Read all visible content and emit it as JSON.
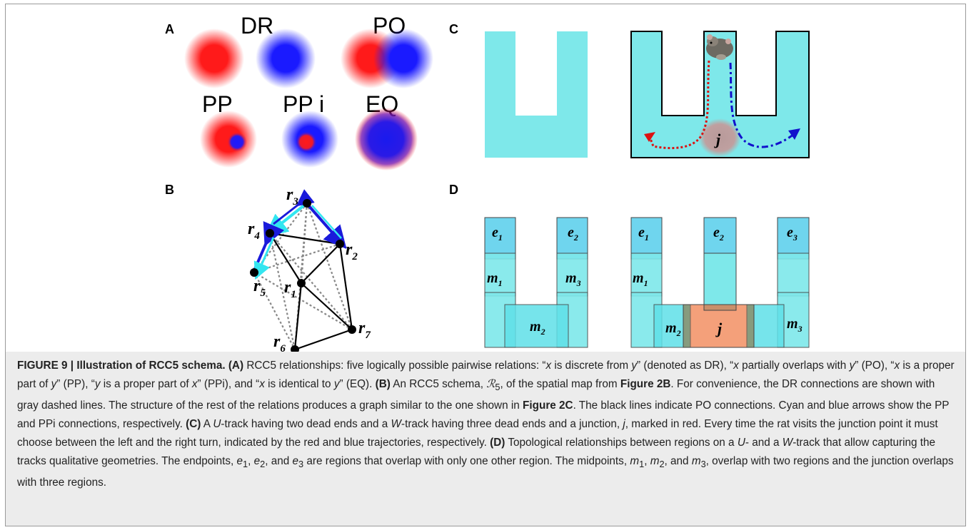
{
  "panels": {
    "A": {
      "label": "A",
      "relations": [
        "DR",
        "PO",
        "PP",
        "PP i",
        "EQ"
      ],
      "colors": {
        "red": "#ff1a1a",
        "blue": "#1a1aff"
      }
    },
    "B": {
      "label": "B",
      "nodes": [
        {
          "id": "r3",
          "base": "r",
          "sub": "3"
        },
        {
          "id": "r4",
          "base": "r",
          "sub": "4"
        },
        {
          "id": "r2",
          "base": "r",
          "sub": "2"
        },
        {
          "id": "r5",
          "base": "r",
          "sub": "5"
        },
        {
          "id": "r1",
          "base": "r",
          "sub": "1"
        },
        {
          "id": "r7",
          "base": "r",
          "sub": "7"
        },
        {
          "id": "r6",
          "base": "r",
          "sub": "6"
        }
      ],
      "colors": {
        "po": "#000000",
        "dr": "#888888",
        "pp": "#33e6f0",
        "ppi": "#1a1adb"
      }
    },
    "C": {
      "label": "C",
      "junction": {
        "base": "j"
      },
      "colors": {
        "track": "#7ee8ea",
        "left": "#dd1111",
        "right": "#1111cc"
      }
    },
    "D": {
      "label": "D",
      "u_track": [
        {
          "base": "e",
          "sub": "1"
        },
        {
          "base": "e",
          "sub": "2"
        },
        {
          "base": "m",
          "sub": "1"
        },
        {
          "base": "m",
          "sub": "3"
        },
        {
          "base": "m",
          "sub": "2"
        }
      ],
      "w_track": [
        {
          "base": "e",
          "sub": "1"
        },
        {
          "base": "e",
          "sub": "2"
        },
        {
          "base": "e",
          "sub": "3"
        },
        {
          "base": "m",
          "sub": "1"
        },
        {
          "base": "m",
          "sub": "2"
        },
        {
          "base": "j",
          "sub": ""
        },
        {
          "base": "m",
          "sub": "3"
        }
      ],
      "colors": {
        "region": "#7ee8ea",
        "end": "#6fd5ee",
        "junction": "#f4a07a"
      }
    }
  },
  "caption": {
    "figure_label": "FIGURE 9 | Illustration of RCC5 schema.",
    "A_ref": "(A)",
    "A_text_1": " RCC5 relationships: five logically possible pairwise relations: “",
    "A_x1": "x",
    "A_text_2": " is discrete from ",
    "A_y1": "y",
    "A_text_3": "” (denoted as DR), “",
    "A_x2": "x",
    "A_text_4": " partially overlaps with ",
    "A_y2": "y",
    "A_text_5": "” (PO), “",
    "A_x3": "x",
    "A_text_6": " is a proper part of ",
    "A_y3": "y",
    "A_text_7": "” (PP), “",
    "A_y4": "y",
    "A_text_8": " is a proper part of ",
    "A_x4": "x",
    "A_text_9": "” (PPi), and “",
    "A_x5": "x",
    "A_text_10": " is identical to ",
    "A_y5": "y",
    "A_text_11": "” (EQ). ",
    "B_ref": "(B)",
    "B_text_1": " An RCC5 schema, ",
    "B_symbol": "ℛ",
    "B_symbol_sub": "5",
    "B_text_2": ", of the spatial map from ",
    "B_fig_ref_1": "Figure 2B",
    "B_text_3": ". For convenience, the DR connections are shown with gray dashed lines. The structure of the rest of the relations produces a graph similar to the one shown in ",
    "B_fig_ref_2": "Figure 2C",
    "B_text_4": ". The black lines indicate PO connections. Cyan and blue arrows show the PP and PPi connections, respectively. ",
    "C_ref": "(C)",
    "C_text_1": " A ",
    "C_U": "U",
    "C_text_2": "-track having two dead ends and a ",
    "C_W": "W",
    "C_text_3": "-track having three dead ends and a junction, ",
    "C_j": "j",
    "C_text_4": ", marked in red. Every time the rat visits the junction point it must choose between the left and the right turn, indicated by the red and blue trajectories, respectively. ",
    "D_ref": "(D)",
    "D_text_1": " Topological relationships between regions on a ",
    "D_U": "U",
    "D_text_2": "- and a ",
    "D_W": "W",
    "D_text_3": "-track that allow capturing the tracks qualitative geometries. The endpoints, ",
    "D_e1": "e",
    "D_e1s": "1",
    "D_sep1": ", ",
    "D_e2": "e",
    "D_e2s": "2",
    "D_text_4": ", and ",
    "D_e3": "e",
    "D_e3s": "3",
    "D_text_5": " are regions that overlap with only one other region. The midpoints, ",
    "D_m1": "m",
    "D_m1s": "1",
    "D_sep2": ", ",
    "D_m2": "m",
    "D_m2s": "2",
    "D_text_6": ", and ",
    "D_m3": "m",
    "D_m3s": "3",
    "D_text_7": ", overlap with two regions and the junction overlaps with three regions."
  }
}
